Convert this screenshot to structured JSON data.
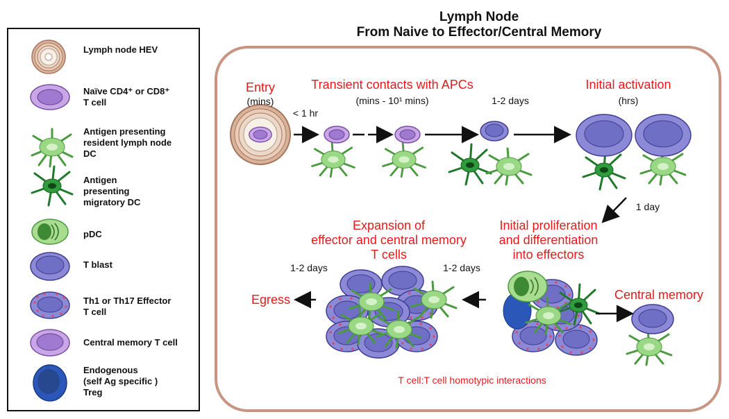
{
  "title": "Lymph Node\nFrom Naive to Effector/Central Memory",
  "legend": {
    "items": [
      {
        "label": "Lymph node HEV",
        "icon": "hev-icon"
      },
      {
        "label": "Naïve CD4⁺ or CD8⁺\nT cell",
        "icon": "naive-t-cell-icon"
      },
      {
        "label": "Antigen presenting\nresident lymph node\nDC",
        "icon": "resident-dc-icon"
      },
      {
        "label": "Antigen\npresenting\nmigratory DC",
        "icon": "migratory-dc-icon"
      },
      {
        "label": "pDC",
        "icon": "pdc-icon"
      },
      {
        "label": "T blast",
        "icon": "t-blast-icon"
      },
      {
        "label": "Th1 or Th17 Effector\nT cell",
        "icon": "effector-t-cell-icon"
      },
      {
        "label": "Central memory T cell",
        "icon": "central-memory-icon"
      },
      {
        "label": "Endogenous\n(self Ag specific )\nTreg",
        "icon": "treg-icon"
      }
    ]
  },
  "stages": {
    "entry": "Entry",
    "entry_time": "(mins)",
    "entry_delay": "< 1 hr",
    "transient": "Transient contacts with APCs",
    "transient_time": "(mins - 10¹ mins)",
    "days_1": "1-2 days",
    "initial_activation": "Initial activation",
    "initial_time": "(hrs)",
    "one_day": "1 day",
    "proliferation": "Initial proliferation\nand differentiation\ninto effectors",
    "expansion": "Expansion of\neffector and central memory\nT cells",
    "days_2": "1-2 days",
    "days_3": "1-2 days",
    "egress": "Egress",
    "central_memory": "Central memory",
    "homotypic": "T cell:T cell homotypic interactions"
  },
  "colors": {
    "frame": "#c79582",
    "accent_red": "#e41a1a",
    "t_blast": "#6f6fc6",
    "naive": "#b48ad6",
    "dc_green": "#8fd27d",
    "treg": "#2b57b8",
    "effector_dot": "#d94a6a"
  }
}
